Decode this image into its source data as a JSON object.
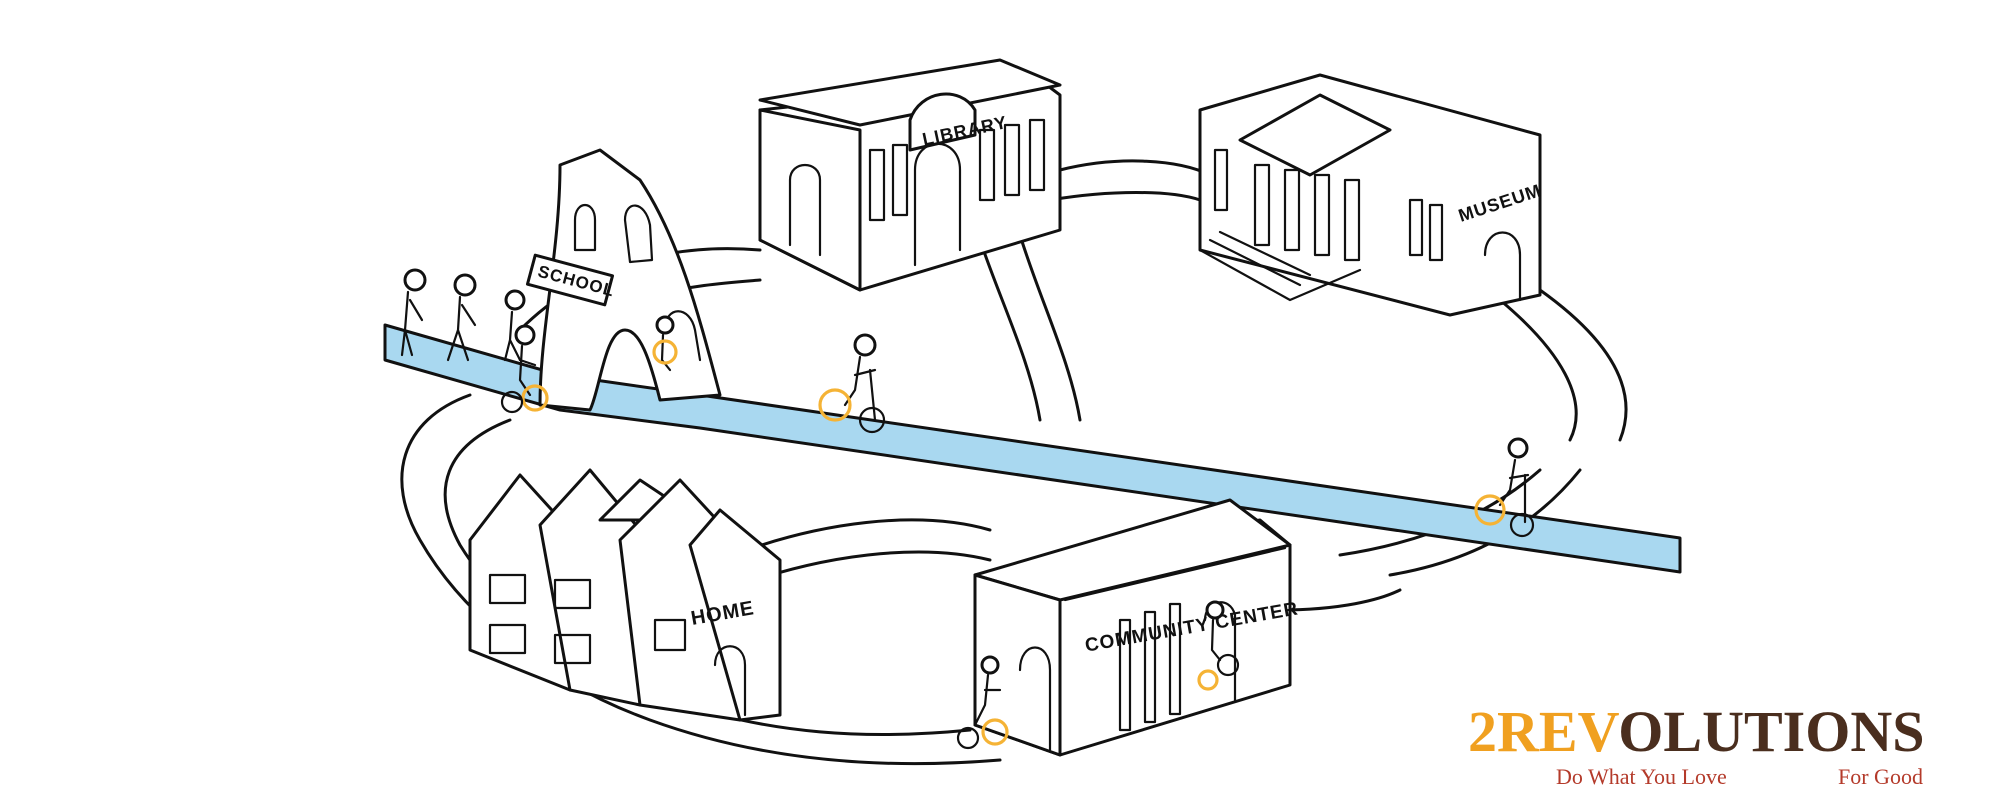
{
  "buildings": {
    "school": "SCHOOL",
    "library": "LIBRARY",
    "museum": "MUSEUM",
    "home": "HOME",
    "community_center": "COMMUNITY CENTER"
  },
  "logo": {
    "part_a": "2REV",
    "part_b": "OLUTIONS",
    "tagline_left": "Do What You Love",
    "tagline_right": "For Good"
  },
  "colors": {
    "bike_lane": "#a9d8f0",
    "wheel": "#f5b335",
    "logo_orange": "#f0a020",
    "logo_brown": "#4a2e1e",
    "logo_red": "#b43a2a"
  }
}
